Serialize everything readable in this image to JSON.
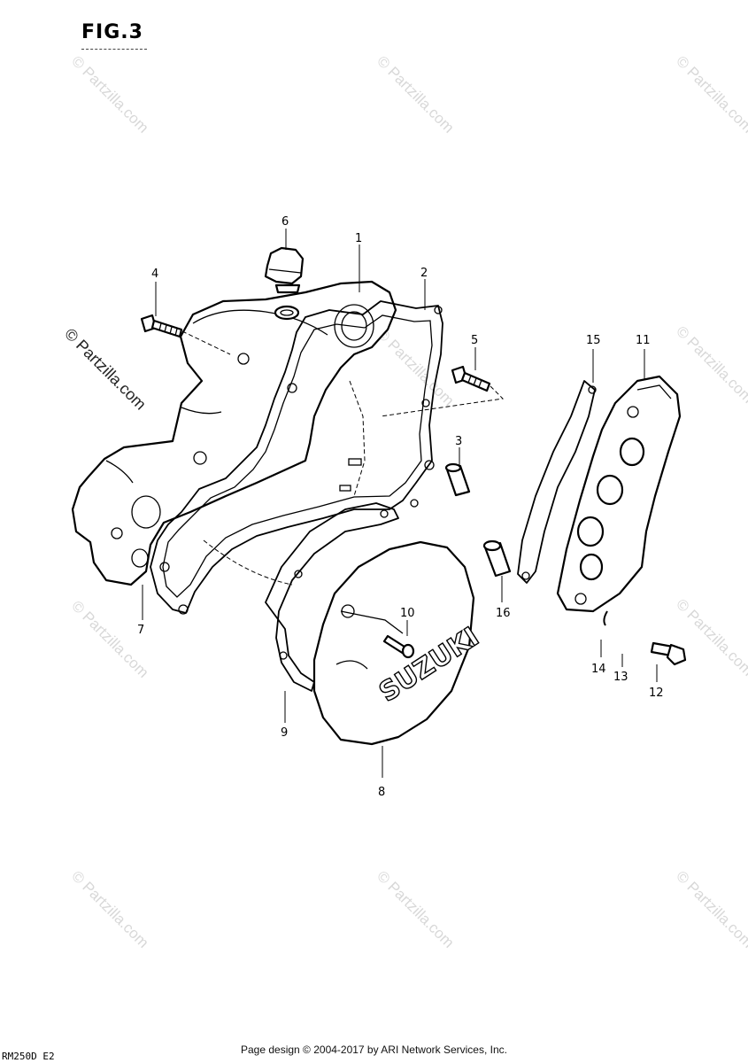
{
  "figure": {
    "title": "FIG.3",
    "code": "RM250D E2"
  },
  "footer": "Page design © 2004-2017 by ARI Network Services, Inc.",
  "watermark": "© Partzilla.com",
  "brand_on_cover": "SUZUKI",
  "callouts": [
    "1",
    "2",
    "3",
    "4",
    "5",
    "6",
    "7",
    "8",
    "9",
    "10",
    "11",
    "12",
    "13",
    "14",
    "15",
    "16"
  ]
}
